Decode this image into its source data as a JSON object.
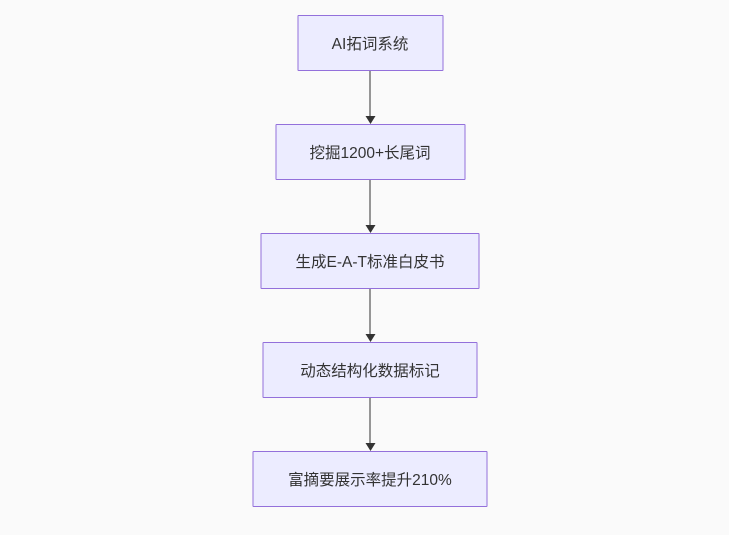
{
  "diagram": {
    "type": "flowchart",
    "direction": "top-down",
    "nodes": [
      {
        "id": "node-1",
        "label": "AI拓词系统"
      },
      {
        "id": "node-2",
        "label": "挖掘1200+长尾词"
      },
      {
        "id": "node-3",
        "label": "生成E-A-T标准白皮书"
      },
      {
        "id": "node-4",
        "label": "动态结构化数据标记"
      },
      {
        "id": "node-5",
        "label": "富摘要展示率提升210%"
      }
    ],
    "edges": [
      {
        "from": "node-1",
        "to": "node-2"
      },
      {
        "from": "node-2",
        "to": "node-3"
      },
      {
        "from": "node-3",
        "to": "node-4"
      },
      {
        "from": "node-4",
        "to": "node-5"
      }
    ],
    "colors": {
      "background": "#fafafa",
      "node_fill": "#ececff",
      "node_border": "#9370db",
      "text": "#333333",
      "arrow": "#333333"
    }
  }
}
